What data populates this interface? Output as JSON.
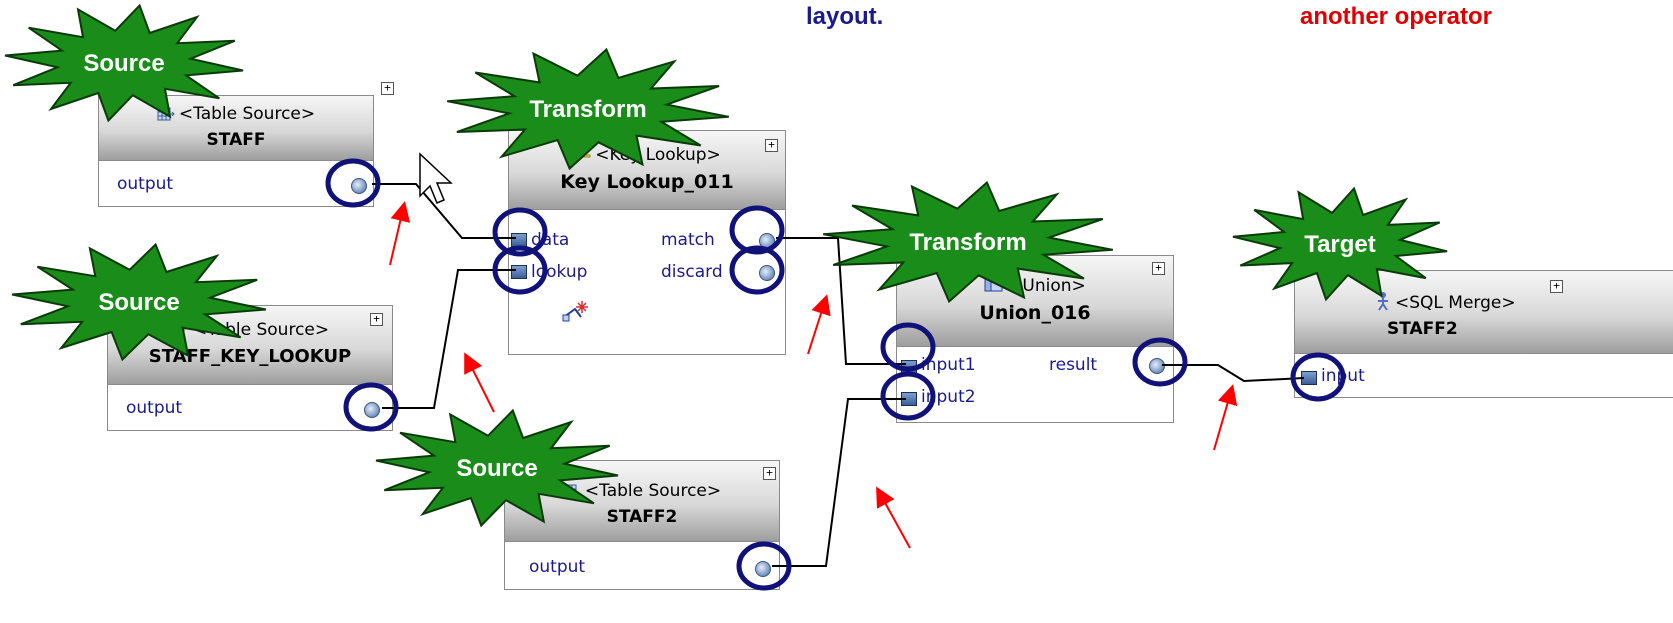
{
  "captions": {
    "left": "layout.",
    "right": "another operator"
  },
  "bursts": {
    "source_top": "Source",
    "transform_top": "Transform",
    "source_mid": "Source",
    "source_bottom": "Source",
    "transform_right": "Transform",
    "target": "Target"
  },
  "operators": {
    "staff": {
      "kind": "<Table Source>",
      "name": "STAFF",
      "port_out": "output"
    },
    "key_lookup": {
      "kind": "<Key Lookup>",
      "name": "Key Lookup_011",
      "port_data": "data",
      "port_lookup": "lookup",
      "port_match": "match",
      "port_discard": "discard"
    },
    "staff_key_lookup": {
      "kind": "<Table Source>",
      "name": "STAFF_KEY_LOOKUP",
      "port_out": "output"
    },
    "staff2_source": {
      "kind": "<Table Source>",
      "name": "STAFF2",
      "port_out": "output"
    },
    "union": {
      "kind": "<Union>",
      "name": "Union_016",
      "port_in1": "input1",
      "port_in2": "input2",
      "port_result": "result"
    },
    "sql_merge": {
      "kind": "<SQL Merge>",
      "name": "STAFF2",
      "port_in": "input"
    }
  },
  "expand_symbol": "+",
  "colors": {
    "burst_fill": "#1a8c1a",
    "burst_stroke": "#0a3a0a",
    "highlight_ring": "#11117a",
    "arrow": "#ff0000",
    "caption_left": "#1a1a8c",
    "caption_right": "#e00000",
    "port_text": "#1a1a8c"
  },
  "icons": {
    "table_source": "table-icon",
    "key_lookup": "key-icon",
    "union": "union-icon",
    "sql_merge": "figure-icon",
    "expand": "plus-box-icon",
    "mouse_cursor": "mouse-pointer-icon"
  }
}
